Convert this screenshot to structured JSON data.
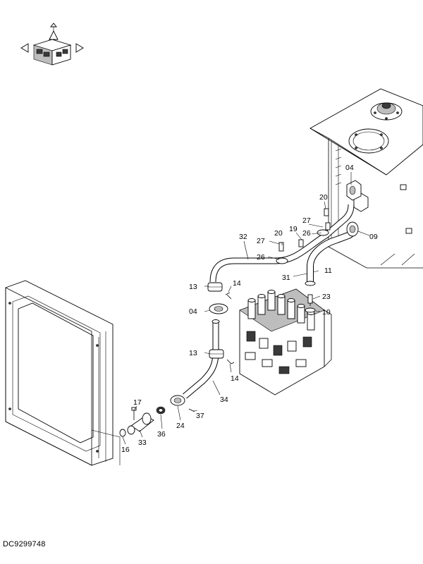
{
  "drawing_id": "DC9299748",
  "callouts": [
    "04",
    "20",
    "27",
    "09",
    "19",
    "26",
    "32",
    "27",
    "20",
    "26",
    "11",
    "31",
    "13",
    "14",
    "23",
    "04",
    "10",
    "13",
    "14",
    "34",
    "17",
    "37",
    "24",
    "36",
    "33",
    "16"
  ]
}
